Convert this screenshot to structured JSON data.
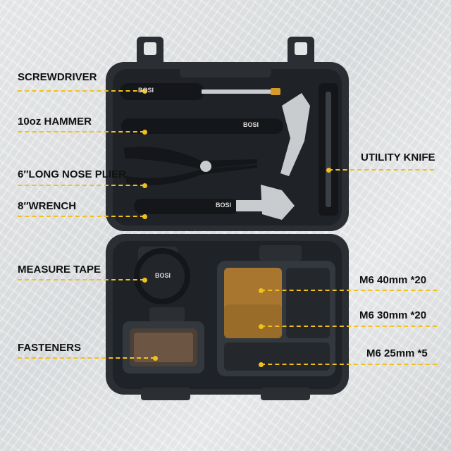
{
  "labels": {
    "screwdriver": "SCREWDRIVER",
    "hammer": "10oz HAMMER",
    "plier": "6″LONG NOSE PLIER",
    "wrench": "8″WRENCH",
    "measure_tape": "MEASURE TAPE",
    "fasteners": "FASTENERS",
    "utility_knife": "UTILITY KNIFE",
    "m6_40": "M6 40mm *20",
    "m6_30": "M6 30mm *20",
    "m6_25": "M6 25mm *5"
  },
  "brand": "BOSI",
  "colors": {
    "case": "#2b2f34",
    "case_inner": "#1f2327",
    "accent": "#f2c01e",
    "steel": "#c9ccce"
  }
}
